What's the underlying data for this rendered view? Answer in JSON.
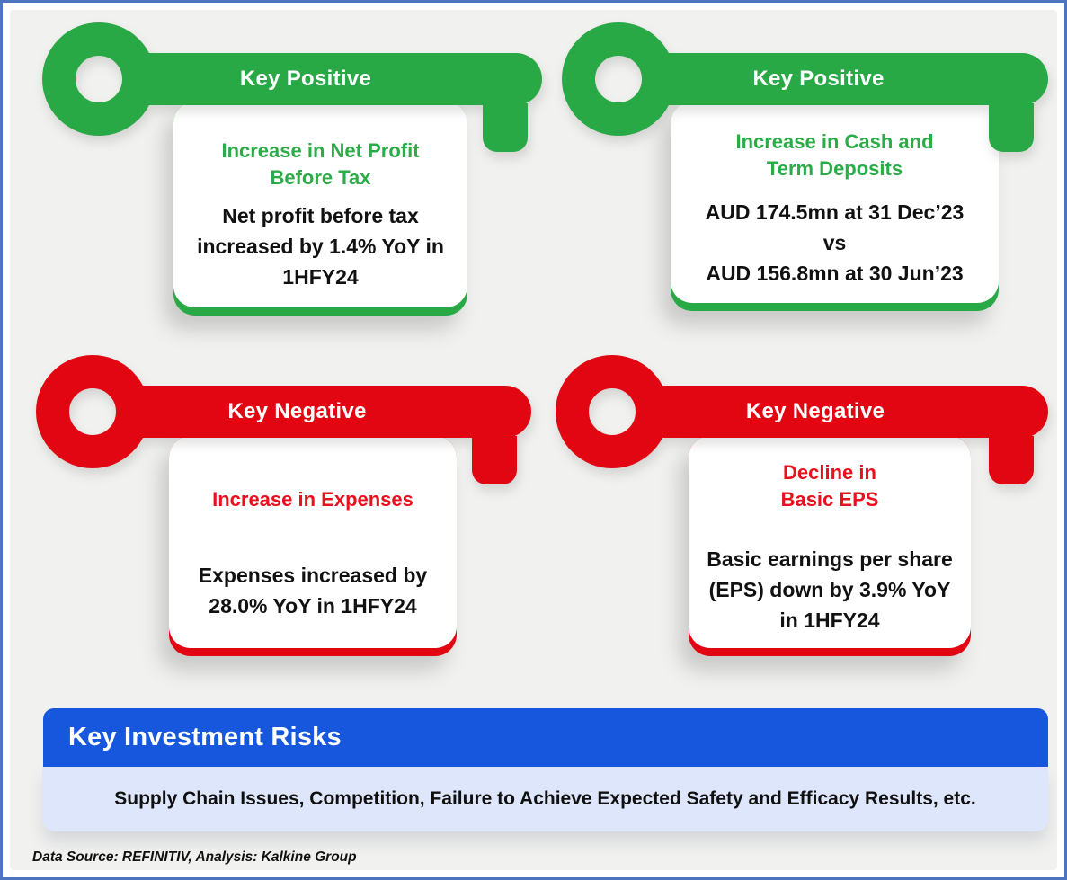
{
  "keys": [
    {
      "sentiment": "positive",
      "label": "Key Positive",
      "headline": "Increase in Net Profit\nBefore Tax",
      "body": "Net profit before tax\nincreased by 1.4% YoY in\n1HFY24"
    },
    {
      "sentiment": "positive",
      "label": "Key Positive",
      "headline": "Increase in Cash and\nTerm Deposits",
      "body": "AUD 174.5mn at 31 Dec’23\nvs\nAUD 156.8mn at 30 Jun’23"
    },
    {
      "sentiment": "negative",
      "label": "Key Negative",
      "headline": "Increase in Expenses",
      "body": "Expenses increased by\n28.0% YoY in 1HFY24"
    },
    {
      "sentiment": "negative",
      "label": "Key Negative",
      "headline": "Decline in\nBasic EPS",
      "body": "Basic earnings per share\n(EPS) down by 3.9% YoY\nin 1HFY24"
    }
  ],
  "risks": {
    "title": "Key Investment Risks",
    "text": "Supply Chain Issues, Competition, Failure to Achieve Expected Safety and Efficacy Results, etc."
  },
  "footer": {
    "text": "Data Source: REFINITIV, Analysis: Kalkine Group"
  },
  "colors": {
    "positive_green": "#29a846",
    "negative_red": "#e20613",
    "banner_blue": "#1657de",
    "risk_panel_blue": "#dee6fb",
    "background": "#f1f1ef",
    "frame_border": "#4d74be"
  }
}
